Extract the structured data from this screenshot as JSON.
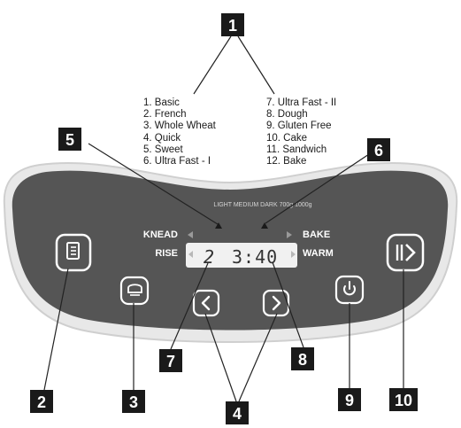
{
  "programs_left": [
    "1. Basic",
    "2. French",
    "3. Whole Wheat",
    "4. Quick",
    "5. Sweet",
    "6. Ultra Fast - I"
  ],
  "programs_right": [
    "7. Ultra Fast - II",
    "8. Dough",
    "9. Gluten Free",
    "10. Cake",
    "11. Sandwich",
    "12. Bake"
  ],
  "panel": {
    "header_text": "LIGHT MEDIUM DARK 700g 1000g",
    "knead": "KNEAD",
    "rise": "RISE",
    "bake": "BAKE",
    "warm": "WARM",
    "program_number": "2",
    "time": "3:40"
  },
  "callouts": {
    "c1": "1",
    "c2": "2",
    "c3": "3",
    "c4": "4",
    "c5": "5",
    "c6": "6",
    "c7": "7",
    "c8": "8",
    "c9": "9",
    "c10": "10"
  },
  "colors": {
    "panel_fill": "#555555",
    "panel_outer": "#e8e8e8",
    "panel_rim": "#cfcfcf",
    "label": "#1a1a1a",
    "lcd": "#f1f1f1",
    "button_ring": "#ffffff"
  }
}
